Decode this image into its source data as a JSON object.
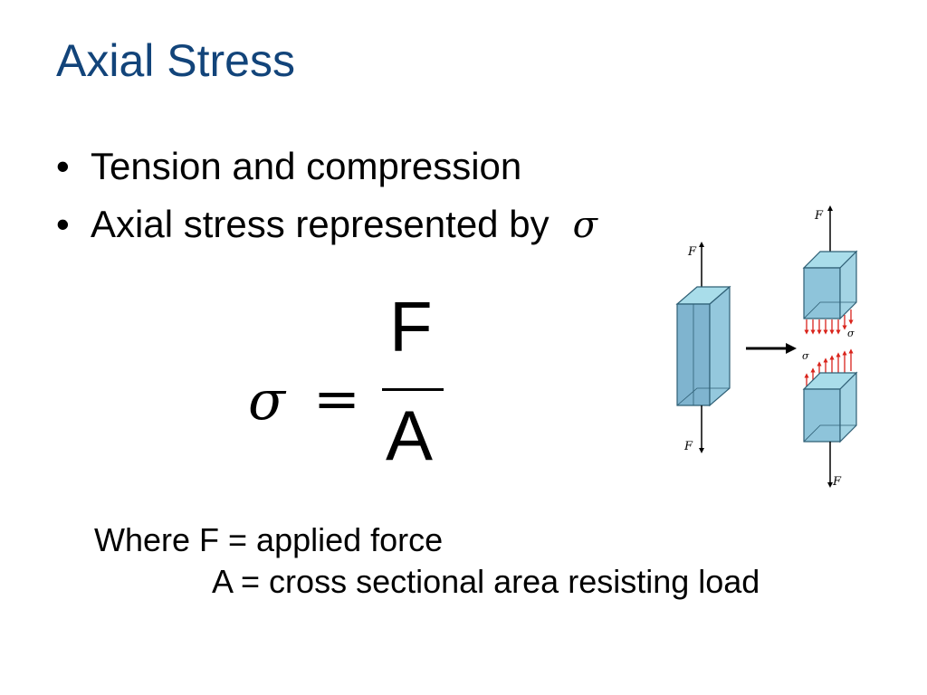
{
  "slide": {
    "title": "Axial Stress",
    "bullets": [
      {
        "text": "Tension and compression",
        "symbol": ""
      },
      {
        "text": "Axial stress represented by",
        "symbol": "σ"
      }
    ],
    "bullet_glyph": "•"
  },
  "formula": {
    "lhs": "σ",
    "equals": "=",
    "numerator": "F",
    "denominator": "A"
  },
  "definitions": {
    "line1": "Where F = applied force",
    "line2": "A = cross sectional area resisting load"
  },
  "diagram": {
    "force_label": "F",
    "stress_label": "σ",
    "colors": {
      "bar_face": "#7fb4cf",
      "bar_light": "#a9ddea",
      "edge": "#2f5f75",
      "stress_arrows": "#d9241c"
    }
  }
}
